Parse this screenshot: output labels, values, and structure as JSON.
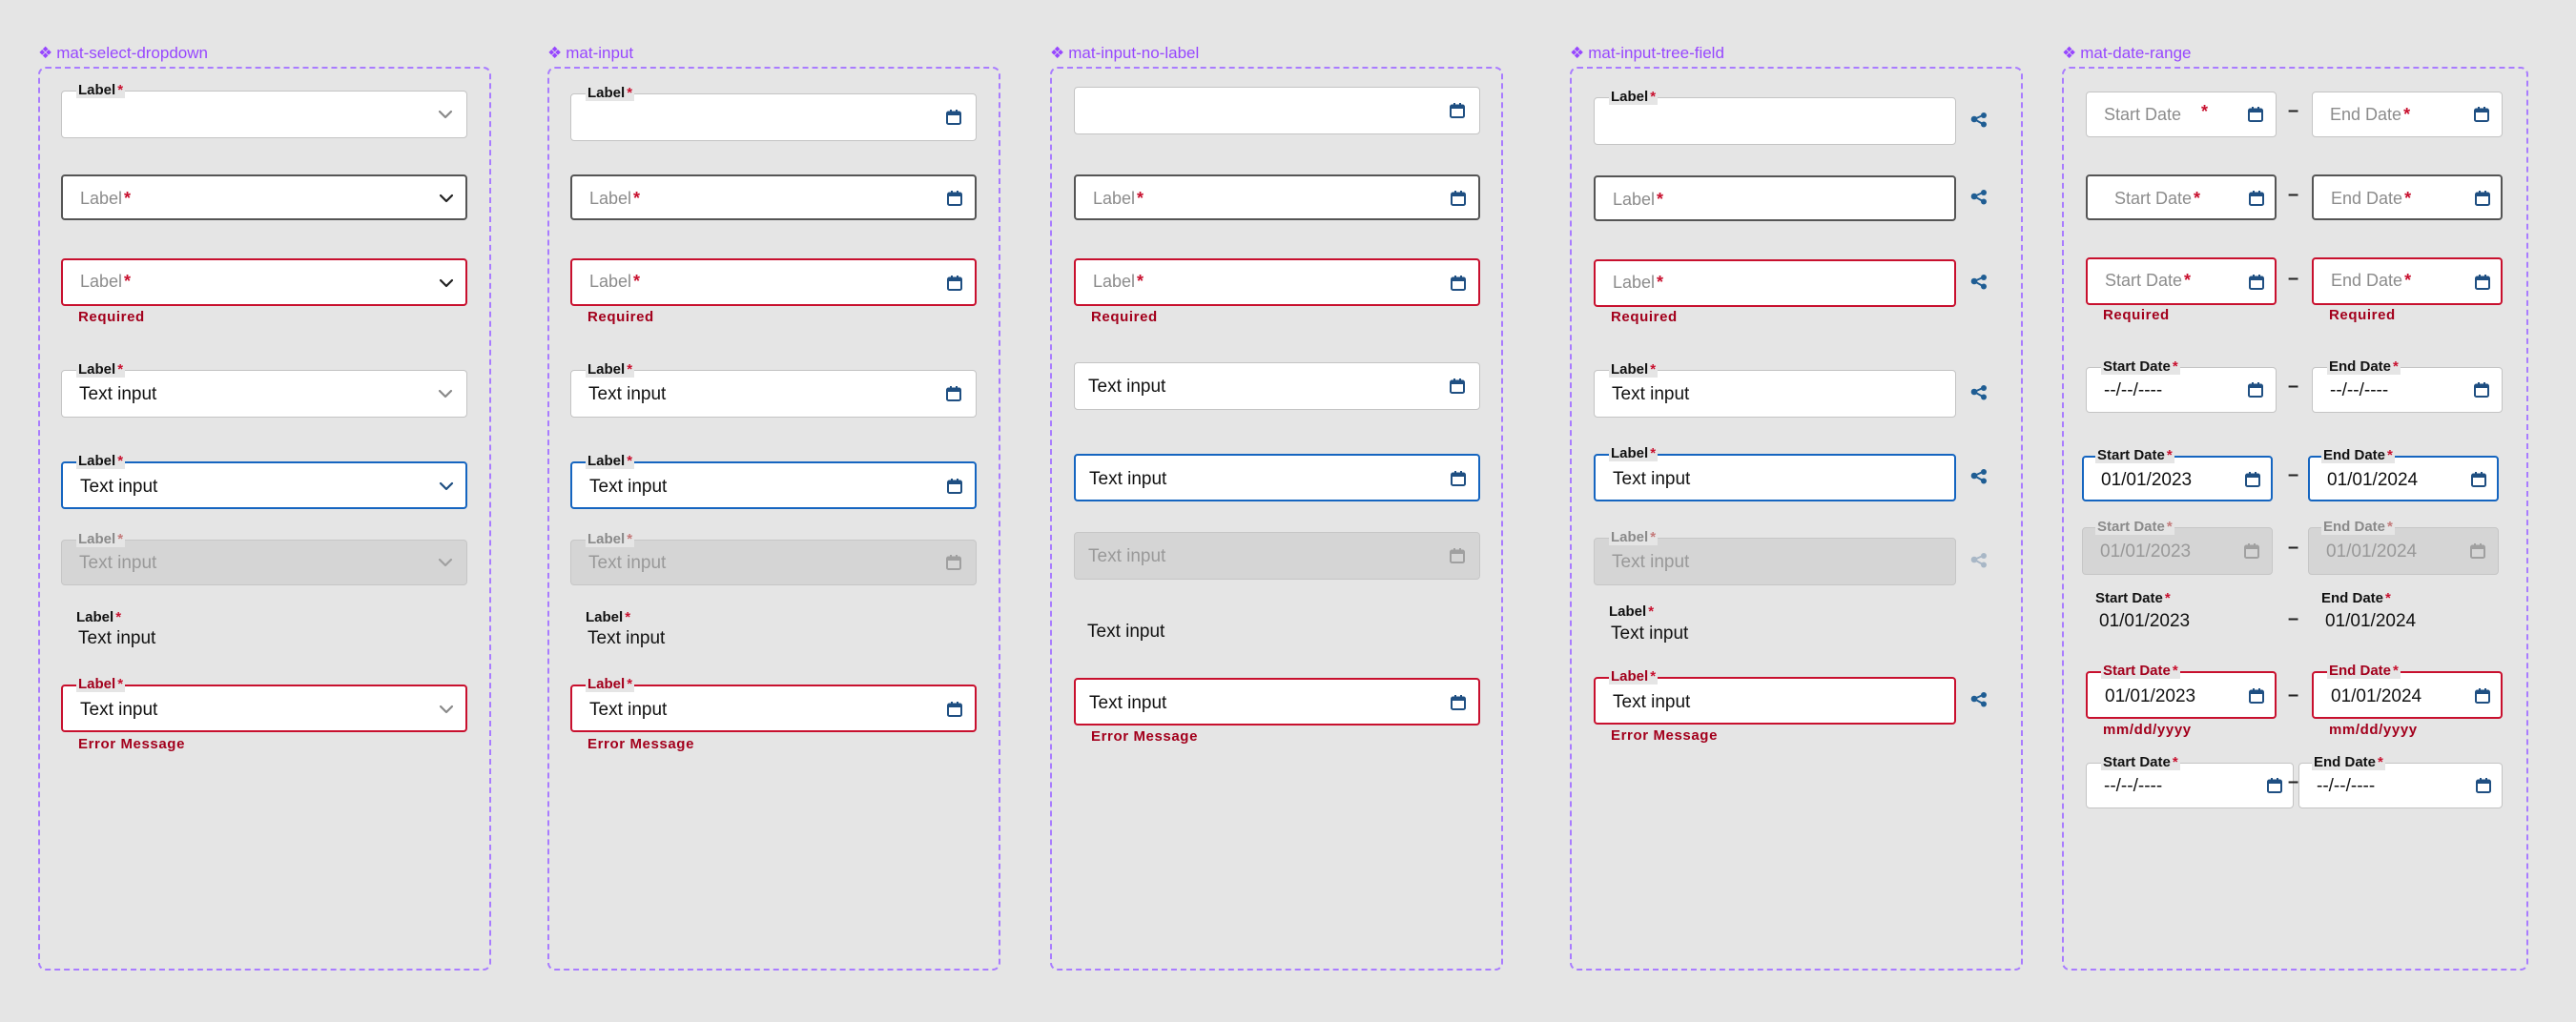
{
  "sections": {
    "select": "mat-select-dropdown",
    "input": "mat-input",
    "nolabel": "mat-input-no-label",
    "tree": "mat-input-tree-field",
    "date": "mat-date-range"
  },
  "texts": {
    "label": "Label",
    "required_star": "*",
    "placeholder": "Label",
    "text_input": "Text input",
    "required": "Required",
    "error_message": "Error Message",
    "start_date_label": "Start Date",
    "end_date_label": "End Date",
    "start_date_placeholder": "Start Date",
    "end_date_placeholder": "End Date",
    "empty_date": "--/--/----",
    "start_value": "01/01/2023",
    "end_value": "01/01/2024",
    "date_hint": "mm/dd/yyyy",
    "range_separator": "–"
  },
  "colors": {
    "frame": "#a97cff",
    "title": "#9747ff",
    "error": "#c8102e",
    "focus_blue": "#1565c0",
    "disabled_bg": "#d5d5d5"
  },
  "icons": {
    "dropdown": "chevron-down-icon",
    "date": "calendar-icon",
    "tree": "tree-structure-icon"
  }
}
